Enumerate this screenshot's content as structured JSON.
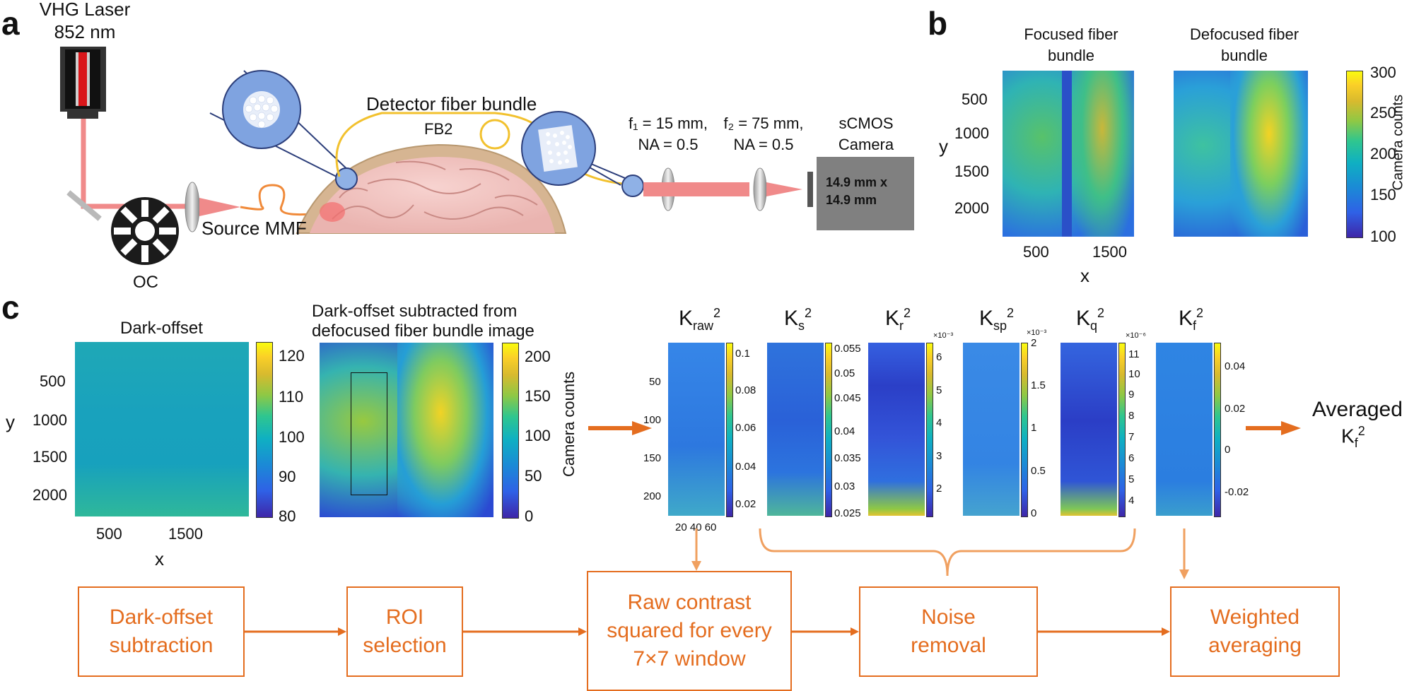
{
  "panel_a": {
    "letter": "a",
    "laser_label_line1": "VHG Laser",
    "laser_label_line2": "852 nm",
    "oc_label": "OC",
    "source_label": "Source MMF",
    "detector_label": "Detector fiber bundle",
    "fb2_label": "FB2",
    "lens1_line1": "f₁ = 15 mm,",
    "lens1_line2": "NA = 0.5",
    "lens2_line1": "f₂ = 75 mm,",
    "lens2_line2": "NA = 0.5",
    "camera_title_line1": "sCMOS",
    "camera_title_line2": "Camera",
    "camera_size_line1": "14.9 mm x",
    "camera_size_line2": "14.9 mm"
  },
  "panel_b": {
    "letter": "b",
    "title_focused_line1": "Focused fiber",
    "title_focused_line2": "bundle",
    "title_defocused_line1": "Defocused fiber",
    "title_defocused_line2": "bundle",
    "yticks": [
      "500",
      "1000",
      "1500",
      "2000"
    ],
    "xticks": [
      "500",
      "1500"
    ],
    "ylabel": "y",
    "xlabel": "x",
    "cbar_ticks": [
      "300",
      "250",
      "200",
      "150",
      "100"
    ],
    "cbar_label": "Camera counts"
  },
  "panel_c": {
    "letter": "c",
    "dark_title": "Dark-offset",
    "dark_yticks": [
      "500",
      "1000",
      "1500",
      "2000"
    ],
    "dark_xticks": [
      "500",
      "1500"
    ],
    "dark_ylabel": "y",
    "dark_xlabel": "x",
    "dark_cbar_ticks": [
      "120",
      "110",
      "100",
      "90",
      "80"
    ],
    "sub_title_line1": "Dark-offset subtracted from",
    "sub_title_line2": "defocused fiber bundle image",
    "sub_cbar_ticks": [
      "200",
      "150",
      "100",
      "50",
      "0"
    ],
    "sub_cbar_label": "Camera counts",
    "k_labels": [
      {
        "base": "K",
        "sub": "raw",
        "sup": "2"
      },
      {
        "base": "K",
        "sub": "s",
        "sup": "2"
      },
      {
        "base": "K",
        "sub": "r",
        "sup": "2"
      },
      {
        "base": "K",
        "sub": "sp",
        "sup": "2"
      },
      {
        "base": "K",
        "sub": "q",
        "sup": "2"
      },
      {
        "base": "K",
        "sub": "f",
        "sup": "2"
      }
    ],
    "kraw_yticks": [
      "50",
      "100",
      "150",
      "200"
    ],
    "kraw_xticks": "20 40 60",
    "k_cbars": [
      {
        "ticks": [
          "0.1",
          "0.08",
          "0.06",
          "0.04",
          "0.02"
        ],
        "exp": ""
      },
      {
        "ticks": [
          "0.055",
          "0.05",
          "0.045",
          "0.04",
          "0.035",
          "0.03",
          "0.025"
        ],
        "exp": ""
      },
      {
        "ticks": [
          "6",
          "5",
          "4",
          "3",
          "2"
        ],
        "exp": "×10⁻³"
      },
      {
        "ticks": [
          "2",
          "1.5",
          "1",
          "0.5",
          "0"
        ],
        "exp": "×10⁻³"
      },
      {
        "ticks": [
          "11",
          "10",
          "9",
          "8",
          "7",
          "6",
          "5",
          "4"
        ],
        "exp": "×10⁻⁶"
      },
      {
        "ticks": [
          "0.04",
          "0.02",
          "0",
          "-0.02"
        ],
        "exp": ""
      }
    ],
    "averaged_line1": "Averaged",
    "averaged_base": "K",
    "averaged_sub": "f",
    "averaged_sup": "2"
  },
  "flow": {
    "step1_line1": "Dark-offset",
    "step1_line2": "subtraction",
    "step2_line1": "ROI",
    "step2_line2": "selection",
    "step3_line1": "Raw contrast",
    "step3_line2": "squared for every",
    "step3_line3": "7×7 window",
    "step4_line1": "Noise",
    "step4_line2": "removal",
    "step5_line1": "Weighted",
    "step5_line2": "averaging"
  },
  "colors": {
    "accent": "#e46d1f",
    "laser_beam": "#f08a8a",
    "fiber_yellow": "#f2c12e",
    "fiber_orange": "#f08a3a"
  }
}
